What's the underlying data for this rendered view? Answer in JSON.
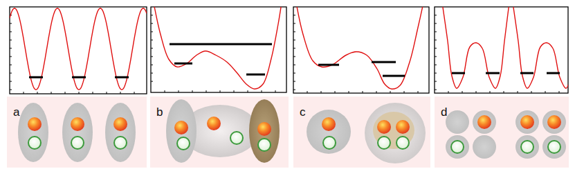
{
  "diagram": {
    "nodes": [
      {
        "text": [
          "a"
        ]
      },
      {
        "text": [
          "b"
        ]
      },
      {
        "text": [
          "c"
        ]
      },
      {
        "text": [
          "d"
        ]
      }
    ]
  }
}
